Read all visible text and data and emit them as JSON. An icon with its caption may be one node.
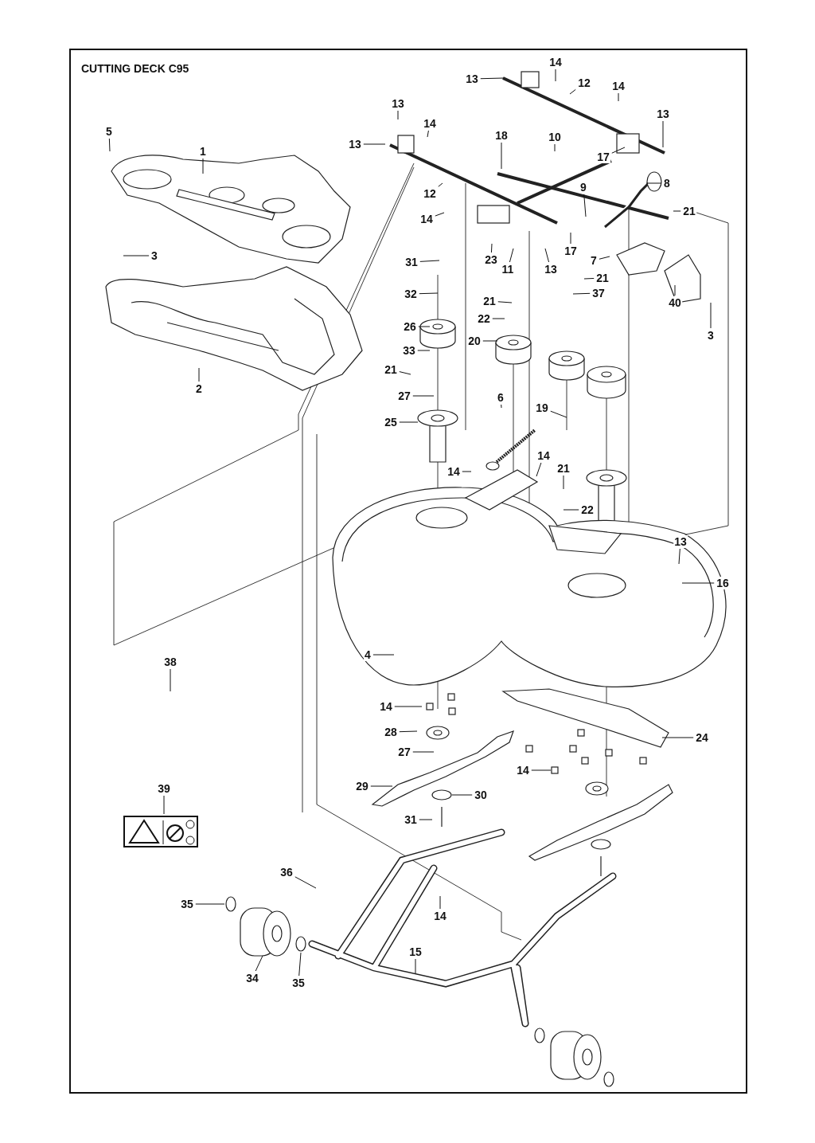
{
  "diagram": {
    "title": "CUTTING DECK C95",
    "nodes": [
      {
        "text": [
          "14"
        ]
      },
      {
        "text": [
          "13"
        ]
      },
      {
        "text": [
          "12"
        ]
      },
      {
        "text": [
          "14"
        ]
      },
      {
        "text": [
          "13"
        ]
      },
      {
        "text": [
          "14"
        ]
      },
      {
        "text": [
          "5"
        ]
      },
      {
        "text": [
          "1"
        ]
      },
      {
        "text": [
          "13"
        ]
      },
      {
        "text": [
          "18"
        ]
      },
      {
        "text": [
          "10"
        ]
      },
      {
        "text": [
          "13"
        ]
      },
      {
        "text": [
          "17"
        ]
      },
      {
        "text": [
          "12"
        ]
      },
      {
        "text": [
          "9"
        ]
      },
      {
        "text": [
          "8"
        ]
      },
      {
        "text": [
          "14"
        ]
      },
      {
        "text": [
          "21"
        ]
      },
      {
        "text": [
          "17"
        ]
      },
      {
        "text": [
          "3"
        ]
      },
      {
        "text": [
          "23"
        ]
      },
      {
        "text": [
          "11"
        ]
      },
      {
        "text": [
          "13"
        ]
      },
      {
        "text": [
          "7"
        ]
      },
      {
        "text": [
          "31"
        ]
      },
      {
        "text": [
          "21"
        ]
      },
      {
        "text": [
          "21"
        ]
      },
      {
        "text": [
          "37"
        ]
      },
      {
        "text": [
          "32"
        ]
      },
      {
        "text": [
          "40"
        ]
      },
      {
        "text": [
          "3"
        ]
      },
      {
        "text": [
          "22"
        ]
      },
      {
        "text": [
          "26"
        ]
      },
      {
        "text": [
          "20"
        ]
      },
      {
        "text": [
          "33"
        ]
      },
      {
        "text": [
          "21"
        ]
      },
      {
        "text": [
          "27"
        ]
      },
      {
        "text": [
          "2"
        ]
      },
      {
        "text": [
          "6"
        ]
      },
      {
        "text": [
          "19"
        ]
      },
      {
        "text": [
          "25"
        ]
      },
      {
        "text": [
          "14"
        ]
      },
      {
        "text": [
          "14"
        ]
      },
      {
        "text": [
          "21"
        ]
      },
      {
        "text": [
          "22"
        ]
      },
      {
        "text": [
          "13"
        ]
      },
      {
        "text": [
          "16"
        ]
      },
      {
        "text": [
          "4"
        ]
      },
      {
        "text": [
          "38"
        ]
      },
      {
        "text": [
          "14"
        ]
      },
      {
        "text": [
          "28"
        ]
      },
      {
        "text": [
          "24"
        ]
      },
      {
        "text": [
          "27"
        ]
      },
      {
        "text": [
          "14"
        ]
      },
      {
        "text": [
          "29"
        ]
      },
      {
        "text": [
          "30"
        ]
      },
      {
        "text": [
          "39"
        ]
      },
      {
        "text": [
          "31"
        ]
      },
      {
        "text": [
          "36"
        ]
      },
      {
        "text": [
          "35"
        ]
      },
      {
        "text": [
          "14"
        ]
      },
      {
        "text": [
          "15"
        ]
      },
      {
        "text": [
          "34"
        ]
      },
      {
        "text": [
          "35"
        ]
      }
    ],
    "edges": [
      {
        "from": 0,
        "to": null,
        "arrow": "none"
      },
      {
        "from": 1,
        "to": null,
        "arrow": "none"
      },
      {
        "from": 2,
        "to": null,
        "arrow": "none"
      },
      {
        "from": 3,
        "to": null,
        "arrow": "none"
      },
      {
        "from": 4,
        "to": null,
        "arrow": "none"
      },
      {
        "from": 5,
        "to": null,
        "arrow": "none"
      },
      {
        "from": 6,
        "to": null,
        "arrow": "none"
      },
      {
        "from": 7,
        "to": null,
        "arrow": "none"
      },
      {
        "from": 8,
        "to": null,
        "arrow": "none"
      },
      {
        "from": 9,
        "to": null,
        "arrow": "none"
      },
      {
        "from": 10,
        "to": null,
        "arrow": "none"
      },
      {
        "from": 11,
        "to": null,
        "arrow": "none"
      },
      {
        "from": 12,
        "to": null,
        "arrow": "none"
      },
      {
        "from": 13,
        "to": null,
        "arrow": "none"
      },
      {
        "from": 14,
        "to": null,
        "arrow": "none"
      },
      {
        "from": 15,
        "to": null,
        "arrow": "none"
      },
      {
        "from": 16,
        "to": null,
        "arrow": "none"
      },
      {
        "from": 17,
        "to": null,
        "arrow": "none"
      },
      {
        "from": 18,
        "to": null,
        "arrow": "none"
      },
      {
        "from": 19,
        "to": null,
        "arrow": "none"
      },
      {
        "from": 20,
        "to": null,
        "arrow": "none"
      },
      {
        "from": 21,
        "to": null,
        "arrow": "none"
      },
      {
        "from": 22,
        "to": null,
        "arrow": "none"
      },
      {
        "from": 23,
        "to": null,
        "arrow": "none"
      },
      {
        "from": 24,
        "to": null,
        "arrow": "none"
      },
      {
        "from": 25,
        "to": null,
        "arrow": "none"
      },
      {
        "from": 26,
        "to": null,
        "arrow": "none"
      },
      {
        "from": 27,
        "to": null,
        "arrow": "none"
      },
      {
        "from": 28,
        "to": null,
        "arrow": "none"
      },
      {
        "from": 29,
        "to": null,
        "arrow": "none"
      },
      {
        "from": 30,
        "to": null,
        "arrow": "none"
      },
      {
        "from": 31,
        "to": null,
        "arrow": "none"
      },
      {
        "from": 32,
        "to": null,
        "arrow": "none"
      },
      {
        "from": 33,
        "to": null,
        "arrow": "none"
      },
      {
        "from": 34,
        "to": null,
        "arrow": "none"
      },
      {
        "from": 35,
        "to": null,
        "arrow": "none"
      },
      {
        "from": 36,
        "to": null,
        "arrow": "none"
      },
      {
        "from": 37,
        "to": null,
        "arrow": "none"
      },
      {
        "from": 38,
        "to": null,
        "arrow": "none"
      },
      {
        "from": 39,
        "to": null,
        "arrow": "none"
      },
      {
        "from": 40,
        "to": null,
        "arrow": "none"
      },
      {
        "from": 41,
        "to": null,
        "arrow": "none"
      },
      {
        "from": 42,
        "to": null,
        "arrow": "none"
      },
      {
        "from": 43,
        "to": null,
        "arrow": "none"
      },
      {
        "from": 44,
        "to": null,
        "arrow": "none"
      },
      {
        "from": 45,
        "to": null,
        "arrow": "none"
      },
      {
        "from": 46,
        "to": null,
        "arrow": "none"
      },
      {
        "from": 47,
        "to": null,
        "arrow": "none"
      },
      {
        "from": 48,
        "to": null,
        "arrow": "none"
      },
      {
        "from": 49,
        "to": null,
        "arrow": "none"
      },
      {
        "from": 50,
        "to": null,
        "arrow": "none"
      },
      {
        "from": 51,
        "to": null,
        "arrow": "none"
      },
      {
        "from": 52,
        "to": null,
        "arrow": "none"
      },
      {
        "from": 53,
        "to": null,
        "arrow": "none"
      },
      {
        "from": 54,
        "to": null,
        "arrow": "none"
      },
      {
        "from": 55,
        "to": null,
        "arrow": "none"
      },
      {
        "from": 56,
        "to": null,
        "arrow": "none"
      },
      {
        "from": 57,
        "to": null,
        "arrow": "none"
      },
      {
        "from": 58,
        "to": null,
        "arrow": "none"
      },
      {
        "from": 59,
        "to": null,
        "arrow": "none"
      },
      {
        "from": 60,
        "to": null,
        "arrow": "none"
      },
      {
        "from": 61,
        "to": null,
        "arrow": "none"
      },
      {
        "from": 62,
        "to": null,
        "arrow": "none"
      },
      {
        "from": 63,
        "to": null,
        "arrow": "none"
      }
    ]
  }
}
